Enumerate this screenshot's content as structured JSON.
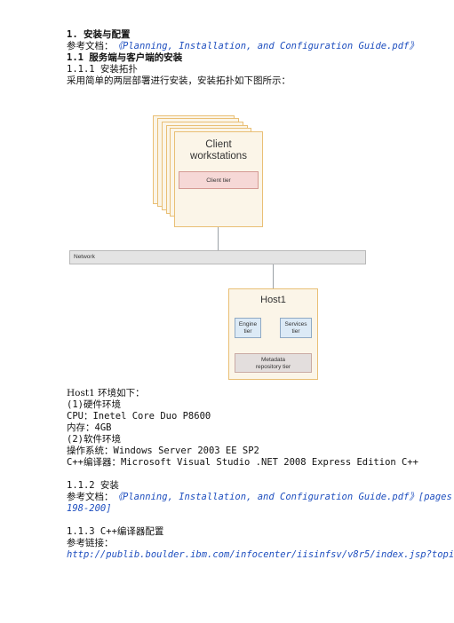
{
  "doc": {
    "section1": "1. 安装与配置",
    "ref_prefix": "参考文档：",
    "ref_doc": "《Planning, Installation, and Configuration Guide.pdf》",
    "section1_1": "1.1 服务端与客户端的安装",
    "section1_1_1": "1.1.1 安装拓扑",
    "topology_desc": "采用简单的两层部署进行安装，安装拓扑如下图所示：",
    "host_env_title": "Host1 环境如下：",
    "hw_heading": "(1)硬件环境",
    "cpu": "CPU：Inetel Core Duo P8600",
    "memory": "内存：4GB",
    "sw_heading": "(2)软件环境",
    "os": "操作系统：Windows Server 2003 EE SP2",
    "compiler": "C++编译器：Microsoft Visual Studio .NET 2008 Express Edition C++",
    "section1_1_2": "1.1.2 安装",
    "ref_doc_pages_a": "《Planning, Installation, and Configuration Guide.pdf》[pages",
    "ref_doc_pages_b": "198-200]",
    "section1_1_3": "1.1.3 C++编译器配置",
    "ref_link_prefix": "参考链接：",
    "ref_link": "http://publib.boulder.ibm.com/infocenter/iisinfsv/v8r5/index.jsp?topi"
  },
  "diagram": {
    "client_title_1": "Client",
    "client_title_2": "workstations",
    "client_tier": "Client tier",
    "network": "Network",
    "host_title": "Host1",
    "engine_tier_1": "Engine",
    "engine_tier_2": "tier",
    "services_tier_1": "Services",
    "services_tier_2": "tier",
    "metadata_tier_1": "Metadata",
    "metadata_tier_2": "repository tier",
    "colors": {
      "box_fill": "#fbf5e8",
      "box_border": "#e9bf75",
      "client_tier_fill": "#f6d8d6",
      "tier_blue_fill": "#dceaf6",
      "metadata_fill": "#e3dedd",
      "network_fill": "#e4e4e4"
    }
  }
}
